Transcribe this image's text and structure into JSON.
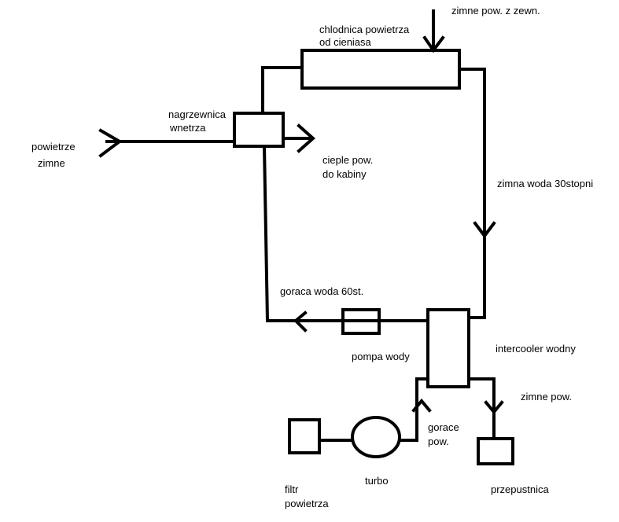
{
  "colors": {
    "stroke": "#000000",
    "background": "#ffffff"
  },
  "labels": {
    "cold_air_outside": "zimne pow. z zewn.",
    "air_cooler_line1": "chlodnica powietrza",
    "air_cooler_line2": "od cieniasa",
    "heater_line1": "nagrzewnica",
    "heater_line2": "wnetrza",
    "cold_air_line1": "powietrze",
    "cold_air_line2": "zimne",
    "warm_air_line1": "cieple pow.",
    "warm_air_line2": "do kabiny",
    "cold_water": "zimna woda 30stopni",
    "hot_water": "goraca woda 60st.",
    "water_pump": "pompa wody",
    "intercooler": "intercooler wodny",
    "cold_air_out": "zimne pow.",
    "hot_air_line1": "gorace",
    "hot_air_line2": "pow.",
    "turbo": "turbo",
    "air_filter_line1": "filtr",
    "air_filter_line2": "powietrza",
    "throttle": "przepustnica"
  }
}
